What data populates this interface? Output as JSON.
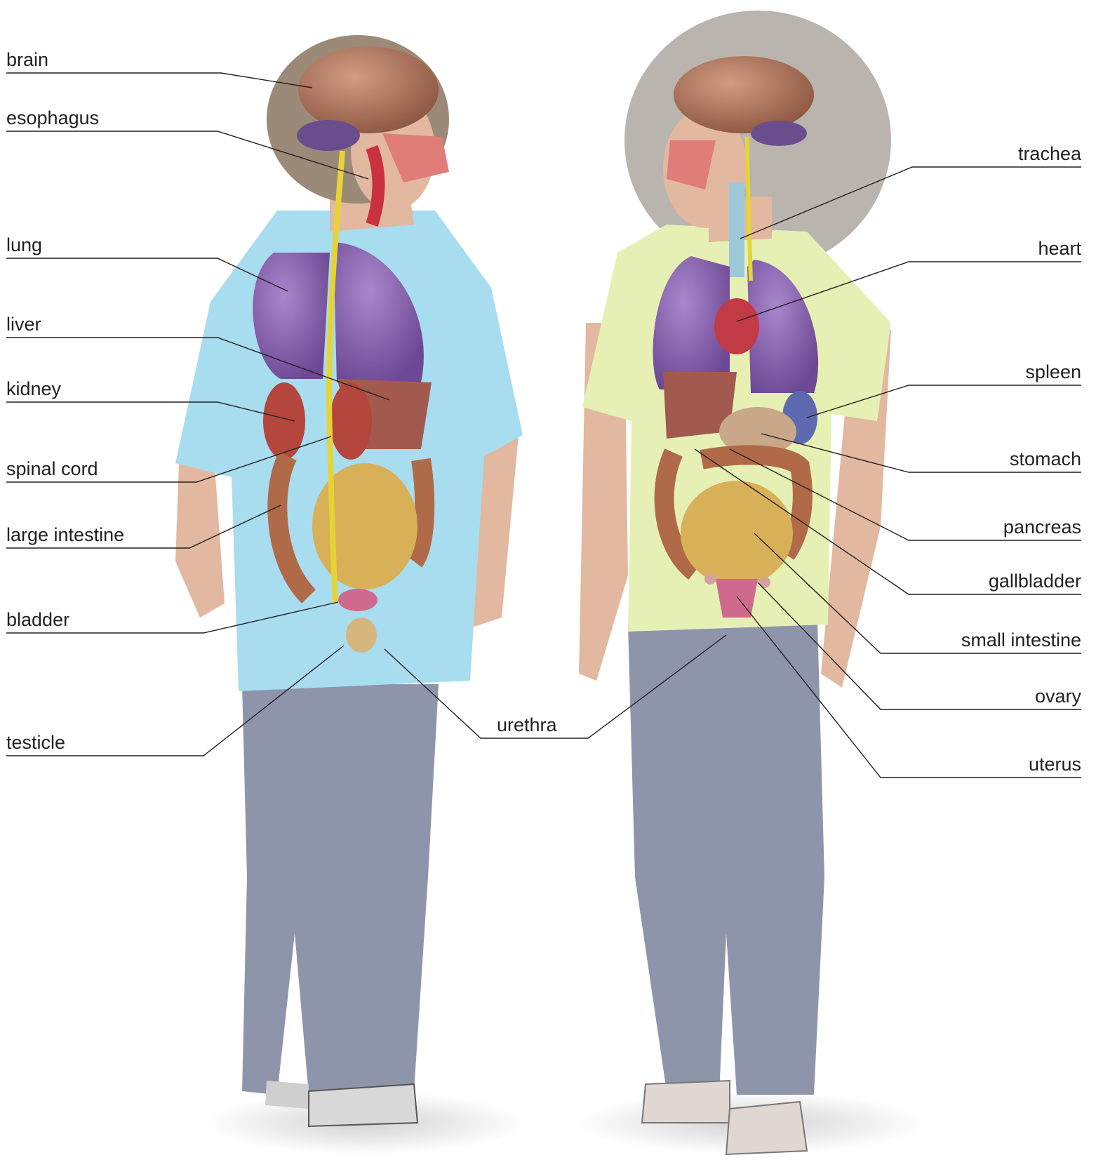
{
  "labels": {
    "brain": "brain",
    "esophagus": "esophagus",
    "lung": "lung",
    "liver": "liver",
    "kidney": "kidney",
    "spinal_cord": "spinal cord",
    "large_intestine": "large intestine",
    "bladder": "bladder",
    "testicle": "testicle",
    "urethra": "urethra",
    "trachea": "trachea",
    "heart": "heart",
    "spleen": "spleen",
    "stomach": "stomach",
    "pancreas": "pancreas",
    "gallbladder": "gallbladder",
    "small_intestine": "small intestine",
    "ovary": "ovary",
    "uterus": "uterus"
  },
  "colors": {
    "text": "#231f20",
    "boy_shirt": "#a8dcef",
    "girl_shirt": "#e6f0b4",
    "jeans": "#8e95ab",
    "hair_boy": "#9b8a78",
    "hair_girl": "#b9b4ae",
    "skin": "#e2b8a0",
    "brain": "#b27862",
    "lung": "#8b63b0",
    "liver": "#a35a4e",
    "intestine_large": "#b06a48",
    "intestine_small": "#d8b058",
    "nerve": "#e6d437",
    "bladder": "#cf6a8e",
    "trachea": "#9cc8d8",
    "heart": "#c23a45",
    "spleen": "#5d6ab0",
    "stomach": "#c9a88a",
    "cerebellum": "#6a4d8c"
  }
}
